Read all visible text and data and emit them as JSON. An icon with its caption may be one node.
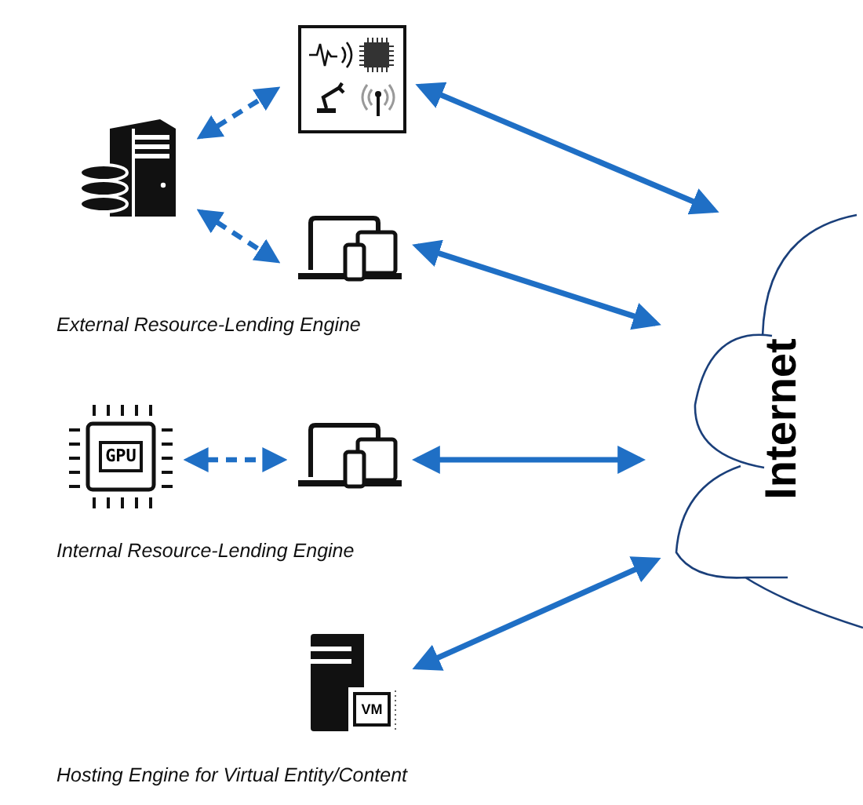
{
  "diagram": {
    "nodes": [
      {
        "text": [],
        "shape": "picture"
      },
      {
        "text": [],
        "shape": "box"
      },
      {
        "text": [],
        "shape": "picture"
      },
      {
        "text": [
          "GPU"
        ]
      },
      {
        "text": [],
        "shape": "picture"
      },
      {
        "text": [
          "VM"
        ]
      },
      {
        "text": [
          "Internet"
        ]
      }
    ],
    "edges": [
      {
        "from": 0,
        "to": 1,
        "arrow": "both",
        "style": "dashed"
      },
      {
        "from": 0,
        "to": 2,
        "arrow": "both",
        "style": "dashed"
      },
      {
        "from": 1,
        "to": 6,
        "arrow": "both"
      },
      {
        "from": 2,
        "to": 6,
        "arrow": "both"
      },
      {
        "from": 3,
        "to": 4,
        "arrow": "both",
        "style": "dashed"
      },
      {
        "from": 4,
        "to": 6,
        "arrow": "both"
      },
      {
        "from": 5,
        "to": 6,
        "arrow": "both"
      }
    ],
    "labels": [
      "External Resource-Lending Engine",
      "Internal Resource-Lending Engine",
      "Hosting Engine for Virtual Entity/Content"
    ]
  }
}
